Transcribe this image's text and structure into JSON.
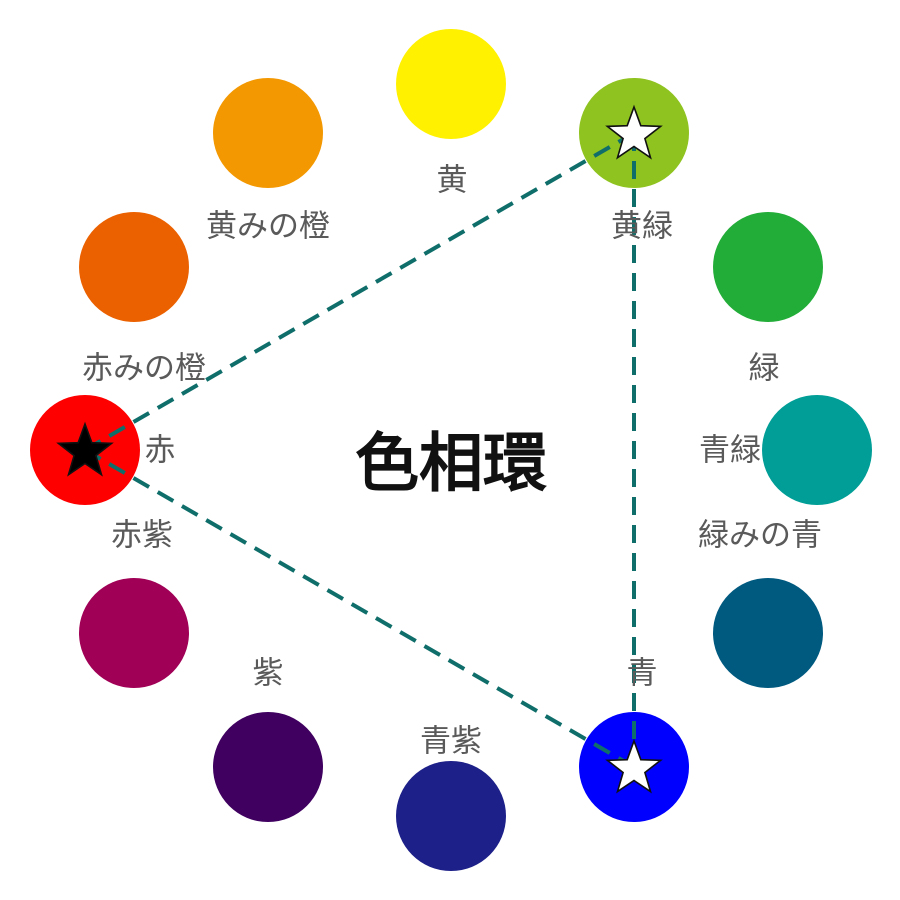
{
  "title": "色相環",
  "colors": {
    "triad_line": "#0f6e6a",
    "label_text": "#5a5a5a",
    "star_filled": "#000000",
    "star_outline": "#ffffff"
  },
  "hues": [
    {
      "id": "yellow",
      "label": "黄",
      "color": "#fff100"
    },
    {
      "id": "yellow-green",
      "label": "黄緑",
      "color": "#8fc31f"
    },
    {
      "id": "green",
      "label": "緑",
      "color": "#22ac38"
    },
    {
      "id": "blue-green",
      "label": "青緑",
      "color": "#009e96"
    },
    {
      "id": "greenish-blue",
      "label": "緑みの青",
      "color": "#005a80"
    },
    {
      "id": "blue",
      "label": "青",
      "color": "#0000ff"
    },
    {
      "id": "blue-purple",
      "label": "青紫",
      "color": "#1d2088"
    },
    {
      "id": "purple",
      "label": "紫",
      "color": "#3f0060"
    },
    {
      "id": "red-purple",
      "label": "赤紫",
      "color": "#a00056"
    },
    {
      "id": "red",
      "label": "赤",
      "color": "#ff0000"
    },
    {
      "id": "reddish-orange",
      "label": "赤みの橙",
      "color": "#eb6100"
    },
    {
      "id": "yellowish-orange",
      "label": "黄みの橙",
      "color": "#f39800"
    }
  ],
  "triad": [
    "red",
    "yellow-green",
    "blue"
  ],
  "stars": [
    {
      "hue": "red",
      "style": "filled",
      "icon": "filled-star-icon"
    },
    {
      "hue": "yellow-green",
      "style": "outline",
      "icon": "white-star-icon"
    },
    {
      "hue": "blue",
      "style": "outline",
      "icon": "white-star-icon"
    }
  ]
}
